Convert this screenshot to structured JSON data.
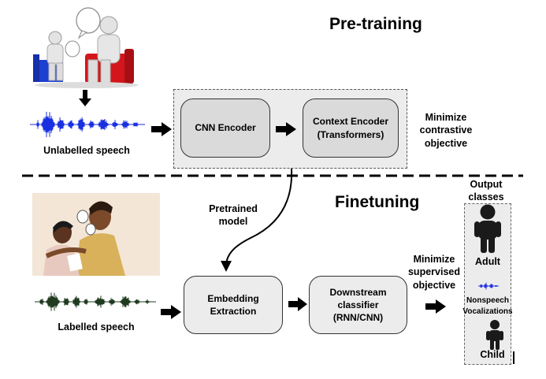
{
  "pretraining": {
    "title": "Pre-training",
    "input_label": "Unlabelled speech",
    "cnn_encoder": "CNN Encoder",
    "context_encoder_line1": "Context Encoder",
    "context_encoder_line2": "(Transformers)",
    "objective_line1": "Minimize",
    "objective_line2": "contrastive",
    "objective_line3": "objective"
  },
  "transfer": {
    "line1": "Pretrained",
    "line2": "model"
  },
  "finetuning": {
    "title": "Finetuning",
    "input_label": "Labelled speech",
    "embedding_line1": "Embedding",
    "embedding_line2": "Extraction",
    "classifier_line1": "Downstream",
    "classifier_line2": "classifier",
    "classifier_line3": "(RNN/CNN)",
    "objective_line1": "Minimize",
    "objective_line2": "supervised",
    "objective_line3": "objective"
  },
  "output": {
    "title_line1": "Output",
    "title_line2": "classes",
    "classes": [
      "Adult",
      "Nonspeech",
      "Vocalizations",
      "Child"
    ]
  },
  "colors": {
    "waveform_unlabelled": "#1a2fe0",
    "waveform_labelled": "#1f3a1f",
    "waveform_nonspeech": "#2233dd",
    "person_icon": "#1a1a1a",
    "box_fill": "#dadada",
    "panel_fill": "#ececec",
    "photo_background": "#f3e6d6"
  }
}
